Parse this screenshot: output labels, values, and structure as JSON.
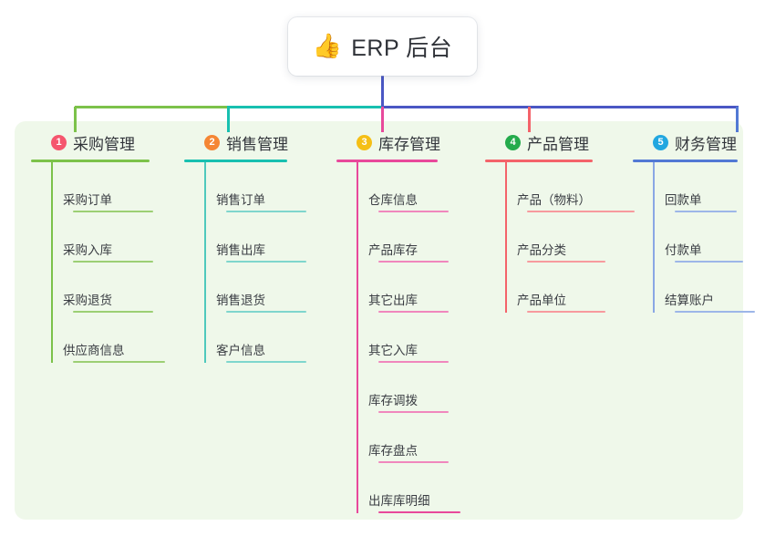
{
  "diagram": {
    "title": "ERP 后台",
    "root": {
      "emoji": "👍",
      "label": "ERP 后台"
    },
    "canvas_bg": "#eff8ea",
    "branches": [
      {
        "index": "1",
        "title": "采购管理",
        "color": "#7cc24a",
        "badge_color": "#f5566e",
        "items": [
          {
            "label": "采购订单"
          },
          {
            "label": "采购入库"
          },
          {
            "label": "采购退货"
          },
          {
            "label": "供应商信息"
          }
        ]
      },
      {
        "index": "2",
        "title": "销售管理",
        "color": "#18c0b0",
        "badge_color": "#f58634",
        "items": [
          {
            "label": "销售订单"
          },
          {
            "label": "销售出库"
          },
          {
            "label": "销售退货"
          },
          {
            "label": "客户信息"
          }
        ]
      },
      {
        "index": "3",
        "title": "库存管理",
        "color": "#e8499b",
        "badge_color": "#f5bf15",
        "items": [
          {
            "label": "仓库信息"
          },
          {
            "label": "产品库存"
          },
          {
            "label": "其它出库"
          },
          {
            "label": "其它入库"
          },
          {
            "label": "库存调拨"
          },
          {
            "label": "库存盘点"
          },
          {
            "label": "出库库明细"
          }
        ]
      },
      {
        "index": "4",
        "title": "产品管理",
        "color": "#f4636a",
        "badge_color": "#24ab4c",
        "items": [
          {
            "label": "产品（物料）"
          },
          {
            "label": "产品分类"
          },
          {
            "label": "产品单位"
          }
        ]
      },
      {
        "index": "5",
        "title": "财务管理",
        "color": "#5279d4",
        "badge_color": "#22a7e0",
        "items": [
          {
            "label": "回款单"
          },
          {
            "label": "付款单"
          },
          {
            "label": "结算账户"
          }
        ]
      }
    ],
    "bus": {
      "segment_colors": [
        "#7cc24a",
        "#18c0b0",
        "#4a57c4"
      ],
      "trunk_color": "#4a57c4"
    }
  }
}
